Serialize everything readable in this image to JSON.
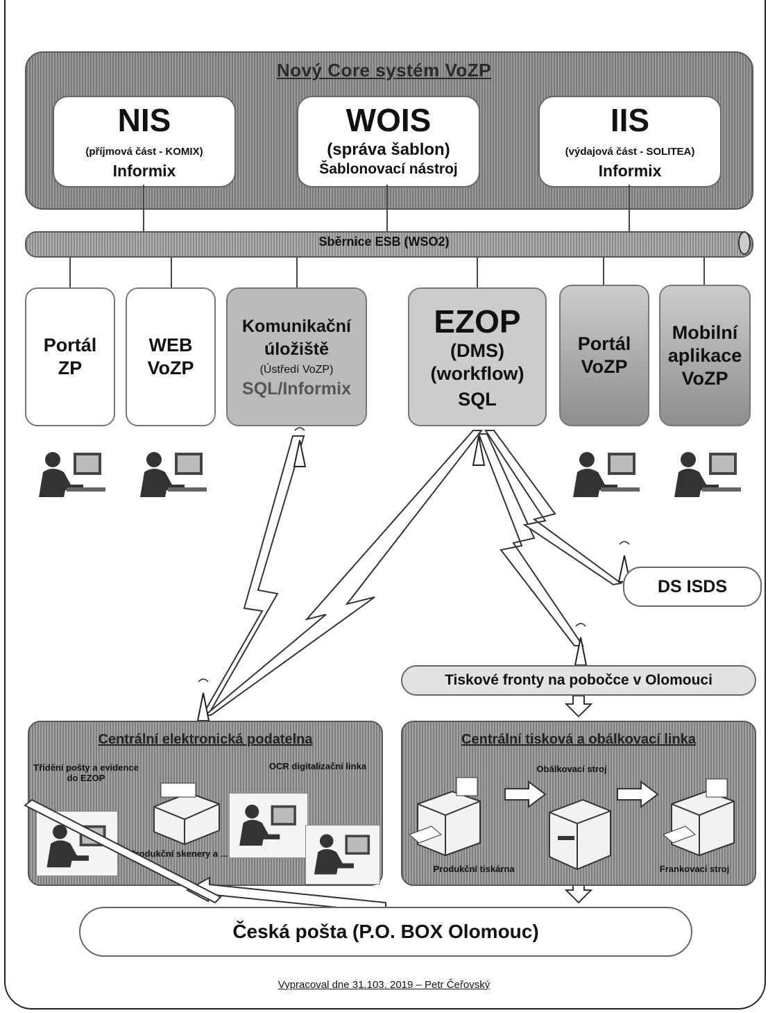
{
  "core": {
    "title": "Nový Core systém VoZP"
  },
  "systems": [
    {
      "name": "NIS",
      "desc": "(příjmová část - KOMIX)",
      "db": "Informix"
    },
    {
      "name": "WOIS",
      "desc": "(správa šablon)",
      "db": "Šablonovací nástroj"
    },
    {
      "name": "IIS",
      "desc": "(výdajová část - SOLITEA)",
      "db": "Informix"
    }
  ],
  "bus": {
    "label": "Sběrnice ESB (WSO2)"
  },
  "apps": {
    "portal_zp": {
      "line1": "Portál",
      "line2": "ZP"
    },
    "web_vozp": {
      "line1": "WEB",
      "line2": "VoZP"
    },
    "komunikacni": {
      "line1": "Komunikační",
      "line2": "úložiště",
      "line3": "(Ústředí VoZP)",
      "line4": "SQL/Informix"
    },
    "ezop": {
      "line1": "EZOP",
      "line2": "(DMS)",
      "line3": "(workflow)",
      "line4": "SQL"
    },
    "portal_vozp": {
      "line1": "Portál",
      "line2": "VoZP"
    },
    "mobilni": {
      "line1": "Mobilní",
      "line2": "aplikace",
      "line3": "VoZP"
    }
  },
  "ds_isds": "DS ISDS",
  "tiskove_fronty": "Tiskové fronty na pobočce v Olomouci",
  "podatelna": {
    "title": "Centrální elektronická podatelna",
    "label_tridei": "Třídění pošty a evidence do EZOP",
    "label_ocr": "OCR digitalizační linka",
    "label_produkcni": "Produkční skenery a ... kace"
  },
  "tiskova_linka": {
    "title": "Centrální tisková a obálkovací linka",
    "label_obalkovaci": "Obálkovací stroj",
    "label_tiskarna": "Produkční tiskárna",
    "label_frankovaci": "Frankovací stroj"
  },
  "ceska_posta": "Česká pošta (P.O. BOX Olomouc)",
  "footer": "Vypracoval dne 31.103. 2019 – Petr Čeřovský"
}
